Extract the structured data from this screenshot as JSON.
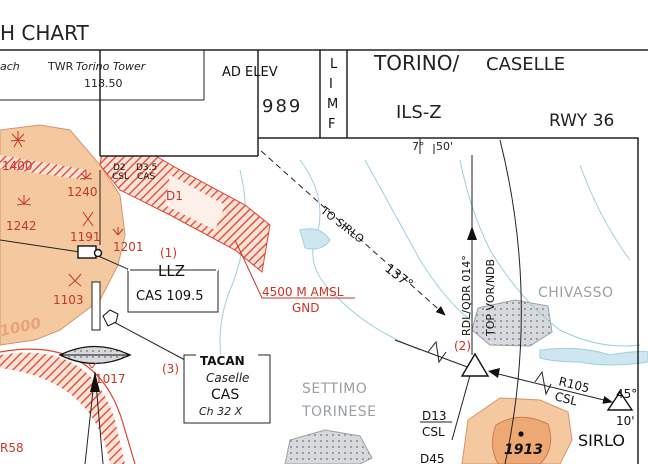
{
  "header": {
    "chart_title": "H CHART",
    "approach_fragment": "ach",
    "tower_label": "TWR",
    "tower_name": "Torino Tower",
    "tower_freq": "118.50",
    "ad_elev_label": "AD ELEV",
    "ad_elev_value": "989",
    "limf": [
      "L",
      "I",
      "M",
      "F"
    ],
    "airport_city": "TORINO/",
    "airport_name": "CASELLE",
    "procedure": "ILS-Z",
    "runway": "RWY 36",
    "lat_tick": "7°",
    "lat_min": "50'"
  },
  "map": {
    "obstacles": [
      "1400",
      "1240",
      "1242",
      "1191",
      "1201",
      "1103",
      "1017"
    ],
    "d2_label": "D2",
    "d2_sub": "CSL",
    "d35_label": "D3.5",
    "d35_sub": "CAS",
    "restricted_area": "D1",
    "marker_1": "(1)",
    "marker_2": "(2)",
    "marker_3": "(3)",
    "llz_label": "LLZ",
    "llz_freq": "CAS 109.5",
    "altitude_limit": "4500 M AMSL",
    "altitude_ref": "GND",
    "to_sirlo": "TO SIRLO",
    "heading_137": "137°",
    "rdl_label": "RDL/QDR 014°",
    "top_label": "TOP VOR/NDB",
    "tacan_title": "TACAN",
    "tacan_name": "Caselle",
    "tacan_ident": "CAS",
    "tacan_channel": "Ch 32 X",
    "town_chivasso": "CHIVASSO",
    "town_settimo_1": "SETTIMO",
    "town_settimo_2": "TORINESE",
    "town_sirlo": "SIRLO",
    "d13": "D13",
    "d13_sub": "CSL",
    "d45": "D45",
    "r105": "R105",
    "r105_sub": "CSL",
    "elevation_1913": "1913",
    "angle_45": "45°",
    "ten_prime": "10'",
    "r58": "R58",
    "contour_1000": "1000"
  }
}
